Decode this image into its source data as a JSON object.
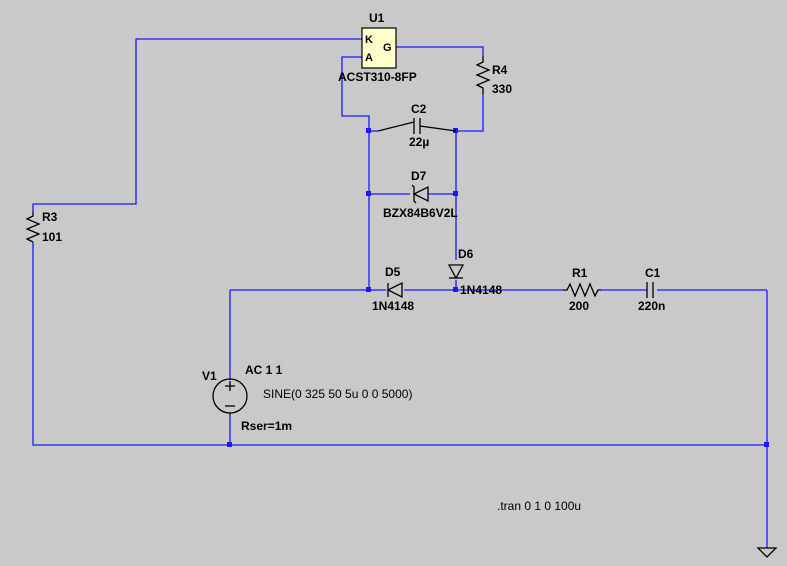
{
  "schematic": {
    "u1": {
      "ref": "U1",
      "part": "ACST310-8FP",
      "pin_k": "K",
      "pin_a": "A",
      "pin_g": "G"
    },
    "r4": {
      "ref": "R4",
      "value": "330"
    },
    "c2": {
      "ref": "C2",
      "value": "22µ"
    },
    "d7": {
      "ref": "D7",
      "part": "BZX84B6V2L"
    },
    "r3": {
      "ref": "R3",
      "value": "101"
    },
    "d6": {
      "ref": "D6",
      "part": "1N4148"
    },
    "d5": {
      "ref": "D5",
      "part": "1N4148"
    },
    "r1": {
      "ref": "R1",
      "value": "200"
    },
    "c1": {
      "ref": "C1",
      "value": "220n"
    },
    "v1": {
      "ref": "V1",
      "ac": "AC 1 1",
      "source": "SINE(0 325 50 5u 0 0 5000)",
      "rser": "Rser=1m"
    },
    "directive": ".tran 0 1 0 100u"
  },
  "colors": {
    "background": "#c9c9c9",
    "wire": "#1a1aff",
    "component": "#000000",
    "ic_fill": "#ffffcc"
  }
}
